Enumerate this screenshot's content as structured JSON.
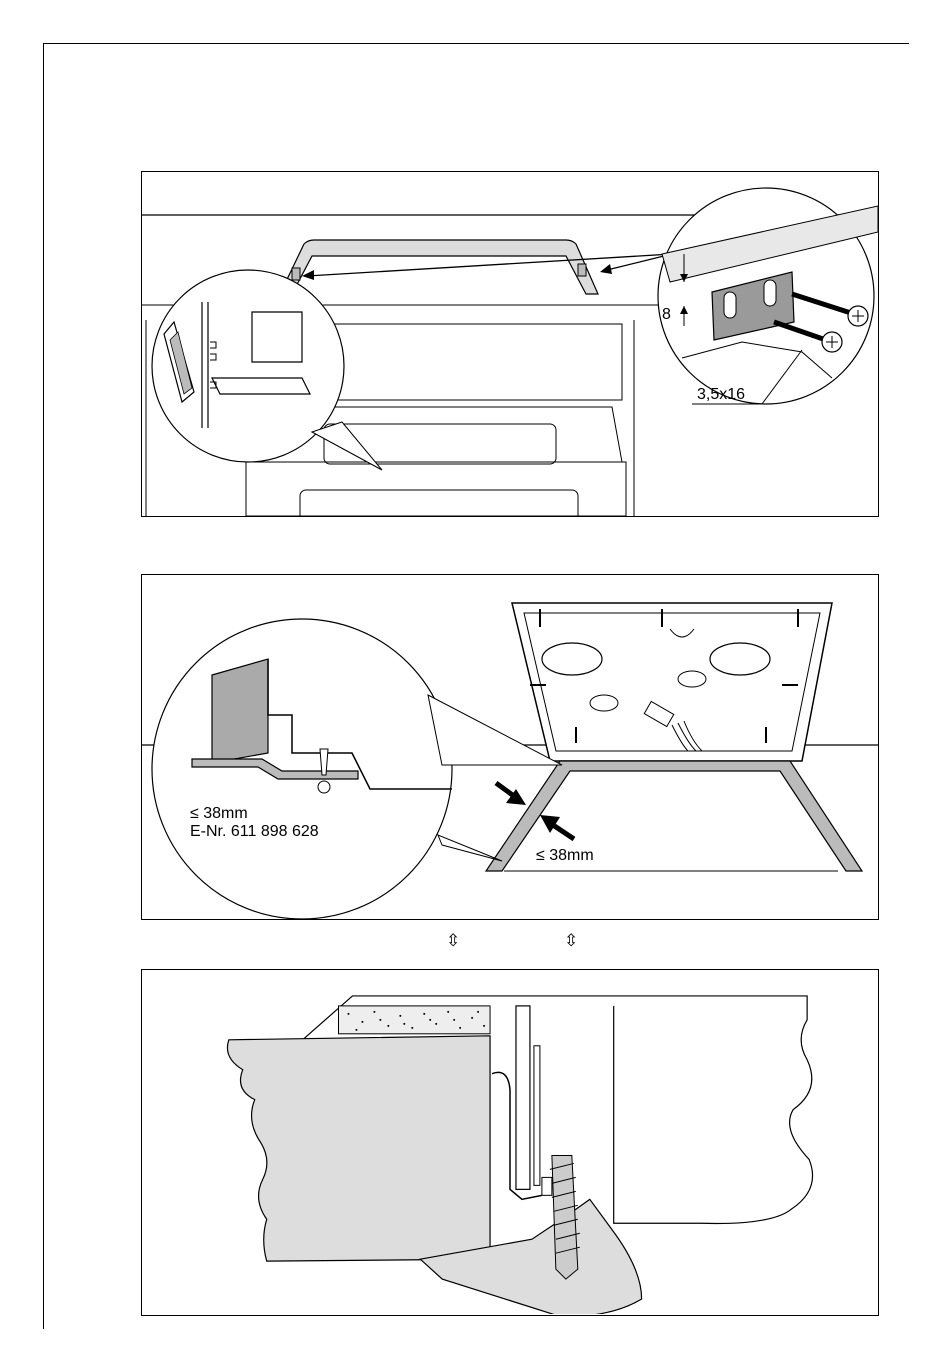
{
  "figure1": {
    "dimension_label": "8",
    "screw_label": "3,5x16"
  },
  "figure2": {
    "detail_label_line1": "≤ 38mm",
    "detail_label_line2": "E-Nr. 611 898 628",
    "gap_label": "≤ 38mm"
  },
  "between_arrows": {
    "left": "⇳",
    "right": "⇳"
  }
}
